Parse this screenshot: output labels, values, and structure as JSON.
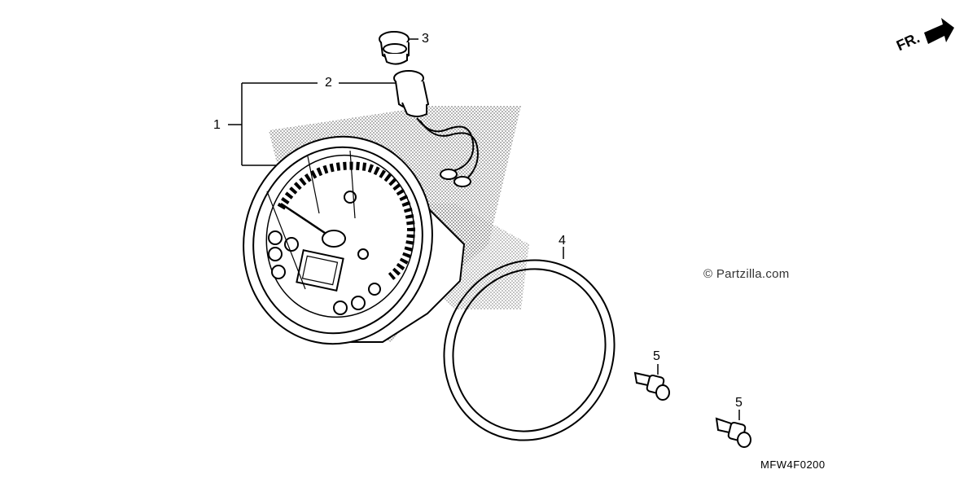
{
  "diagram": {
    "callouts": [
      "1",
      "2",
      "3",
      "4",
      "5",
      "5"
    ],
    "orientation_label": "FR.",
    "watermark": "© Partzilla.com",
    "diagram_code": "MFW4F0200"
  }
}
